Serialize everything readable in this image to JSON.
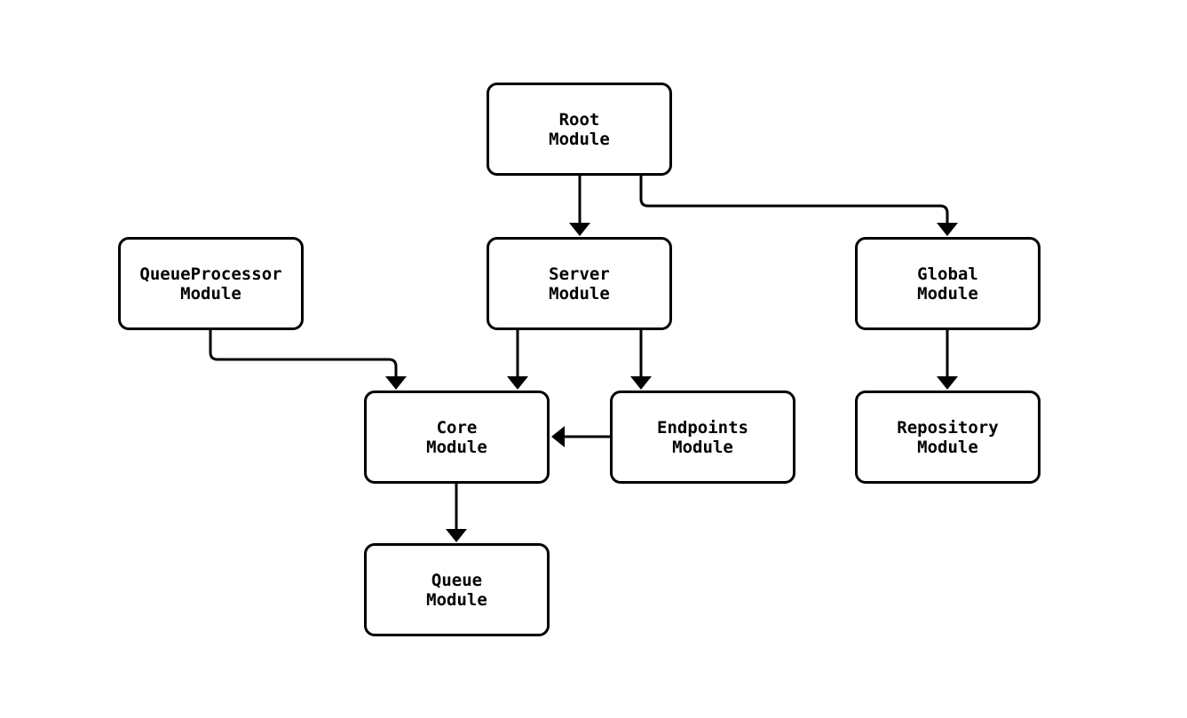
{
  "diagram": {
    "title": "module-dependency-flowchart",
    "background_color": "#ffffff",
    "node_fill_color": "#ffffff",
    "node_border_color": "#000000",
    "edge_color": "#000000",
    "text_color": "#000000",
    "nodes": {
      "root": {
        "line1": "Root",
        "line2": "Module"
      },
      "queueprocessor": {
        "line1": "QueueProcessor",
        "line2": "Module"
      },
      "server": {
        "line1": "Server",
        "line2": "Module"
      },
      "global": {
        "line1": "Global",
        "line2": "Module"
      },
      "core": {
        "line1": "Core",
        "line2": "Module"
      },
      "endpoints": {
        "line1": "Endpoints",
        "line2": "Module"
      },
      "repository": {
        "line1": "Repository",
        "line2": "Module"
      },
      "queue": {
        "line1": "Queue",
        "line2": "Module"
      }
    },
    "edges": [
      {
        "from": "Root Module",
        "to": "Server Module"
      },
      {
        "from": "Root Module",
        "to": "Global Module"
      },
      {
        "from": "QueueProcessor Module",
        "to": "Core Module"
      },
      {
        "from": "Server Module",
        "to": "Core Module"
      },
      {
        "from": "Server Module",
        "to": "Endpoints Module"
      },
      {
        "from": "Endpoints Module",
        "to": "Core Module"
      },
      {
        "from": "Global Module",
        "to": "Repository Module"
      },
      {
        "from": "Core Module",
        "to": "Queue Module"
      }
    ]
  }
}
